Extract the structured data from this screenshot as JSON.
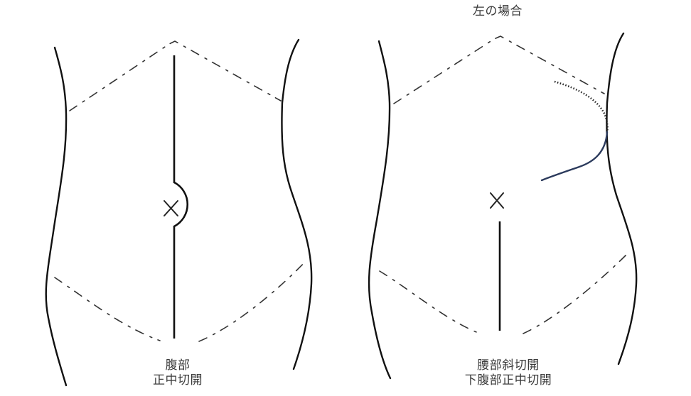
{
  "diagram": {
    "title_right": "左の場合",
    "left_figure": {
      "caption_line1": "腹部",
      "caption_line2": "正中切開",
      "incision_type": "midline-with-umbilical-detour",
      "umbilicus_marker": "X"
    },
    "right_figure": {
      "caption_line1": "腰部斜切開",
      "caption_line2": "下腹部正中切開",
      "incision_type": "flank-oblique-plus-lower-midline",
      "umbilicus_marker": "X",
      "oblique_incision_color": "#2b3a5c",
      "extension_style": "dotted"
    },
    "colors": {
      "outline": "#111111",
      "dashed_landmarks": "#333333",
      "text": "#3a3a3a",
      "background": "#ffffff"
    }
  }
}
